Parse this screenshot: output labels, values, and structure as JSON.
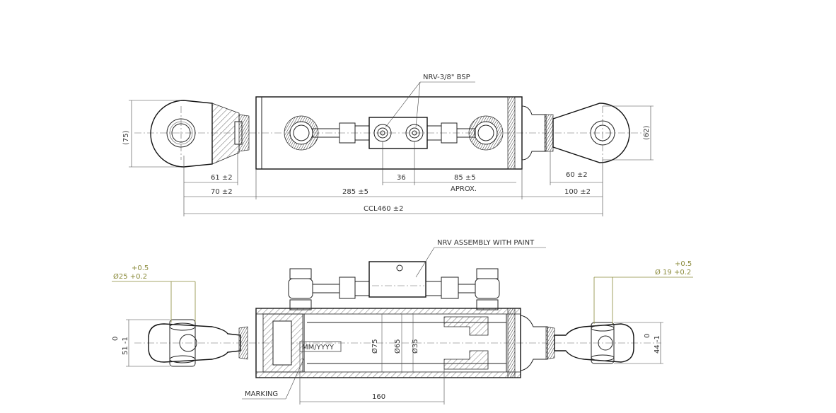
{
  "top_view": {
    "valve_label": "NRV-3/8\" BSP",
    "height_left": "(75)",
    "height_right": "(62)",
    "dim_61": "61 ±2",
    "dim_70": "70 ±2",
    "dim_285": "285 ±5",
    "dim_36": "36",
    "dim_85": "85 ±5",
    "aprox": "APROX.",
    "dim_60": "60 ±2",
    "dim_100": "100 ±2",
    "ccl": "CCL460 ±2"
  },
  "section_view": {
    "nrv_label": "NRV ASSEMBLY WITH PAINT",
    "left_tol_upper": "+0.5",
    "left_diameter": "Ø25 +0.2",
    "right_tol_upper": "+0.5",
    "right_diameter": "Ø 19 +0.2",
    "left_width_zero": "0",
    "left_width": "51 -1",
    "right_width_zero": "0",
    "right_width": "44 -1",
    "marking_box": "MM/YYYY",
    "bore_75": "Ø75",
    "bore_65": "Ø65",
    "bore_35": "Ø35",
    "marking_label": "MARKING",
    "dim_160": "160"
  }
}
